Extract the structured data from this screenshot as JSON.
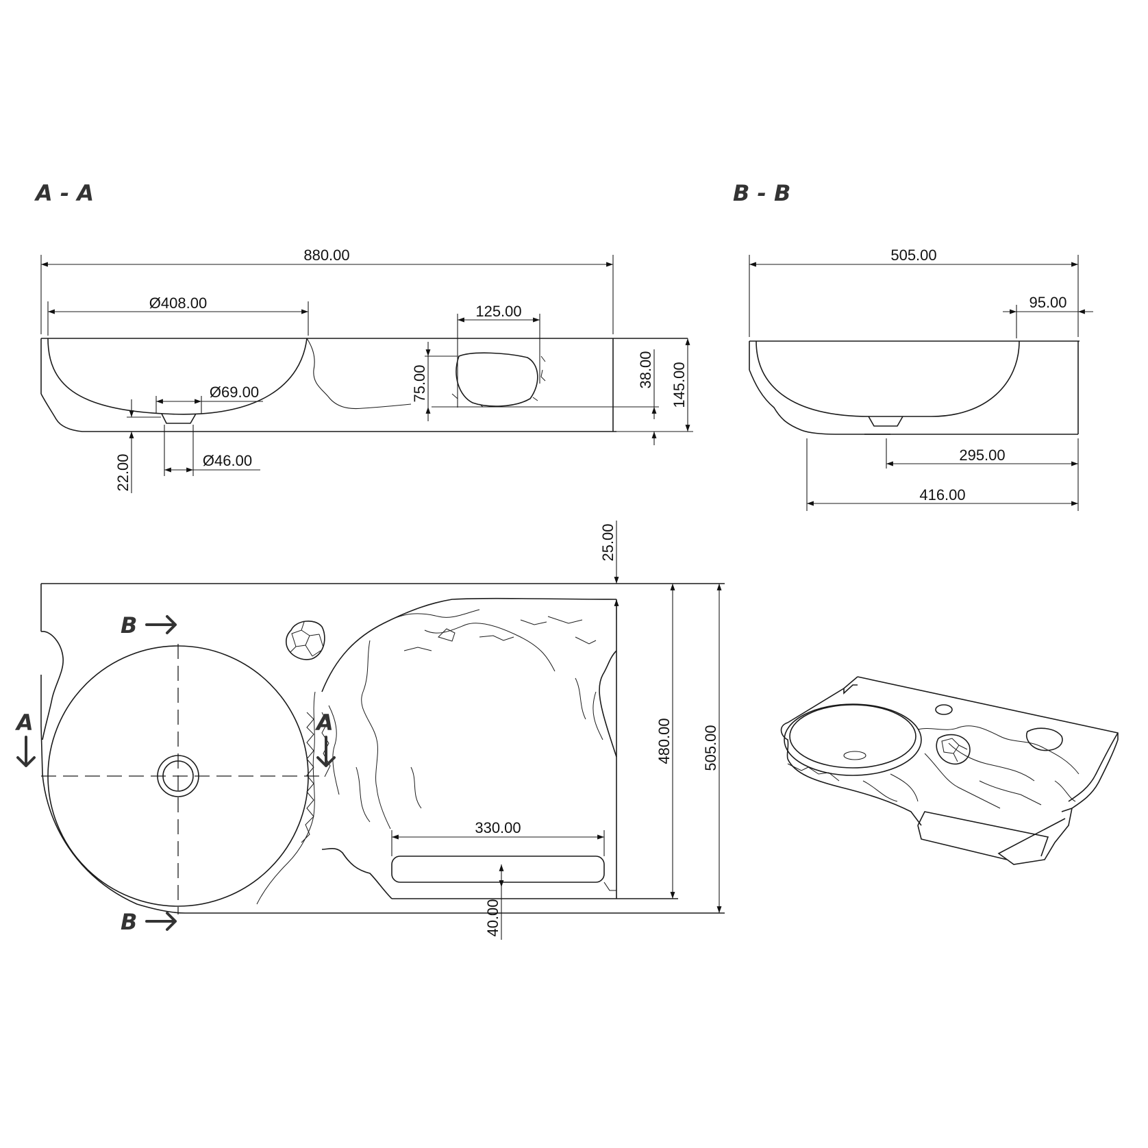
{
  "sections": {
    "aa_title": "A - A",
    "bb_title": "B - B",
    "cut_a": "A",
    "cut_b": "B"
  },
  "dims_aa": {
    "overall_width": "880.00",
    "basin_dia": "Ø408.00",
    "slot_width": "125.00",
    "slot_height": "75.00",
    "top_offset": "38.00",
    "overall_height": "145.00",
    "outlet_dia": "Ø69.00",
    "drain_dia": "Ø46.00",
    "bottom_offset": "22.00"
  },
  "dims_bb": {
    "overall_width": "505.00",
    "rim_width": "95.00",
    "drain_offset": "295.00",
    "base_width": "416.00"
  },
  "dims_plan": {
    "top_step": "25.00",
    "depth_inner": "480.00",
    "depth_outer": "505.00",
    "shelf_width": "330.00",
    "shelf_depth": "40.00"
  }
}
